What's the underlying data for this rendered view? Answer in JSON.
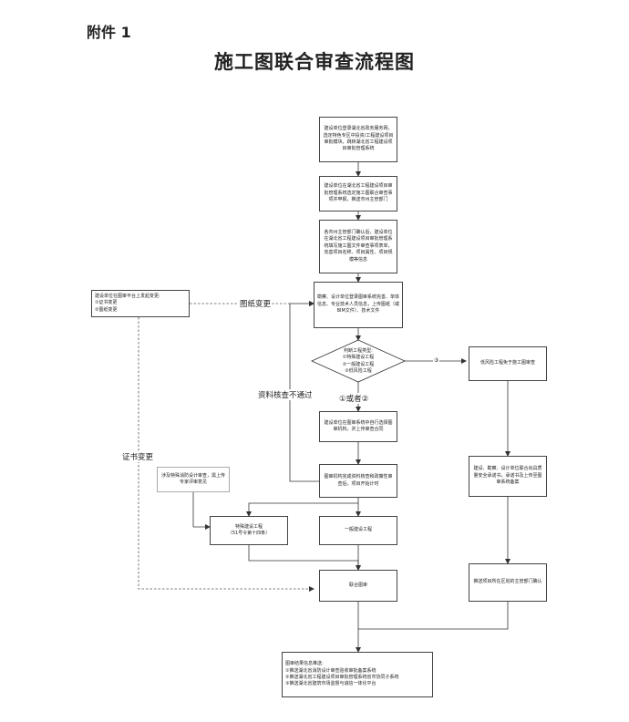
{
  "header": {
    "annex": "附件 1",
    "title": "施工图联合审查流程图"
  },
  "nodes": {
    "n1": "建设单位登录湖北省政务服务网，选定特色专区中投资/工程建设项目审批模块，跳转湖北省工程建设项目审批管理系统",
    "n2": "建设单位在湖北省工程建设项目审批管理系统选定施工图联合审查事项并申报，推送市州主管部门",
    "n3": "各市州主管部门确认后，建设单位在湖北省工程建设项目审批管理系统填写施工图文件审查事项表单，完善项目名称、项目属性、项目规模等信息",
    "n4": "勘察、设计单位登录图审系统完善、单体信息、专业技术人员信息，上传图纸（或BIM文件）、技术文件",
    "decision": "判断工程类型:\n①特殊建设工程\n②一般建设工程\n③低风险工程",
    "n5": "建设单位在图审系统中自行选择图审机构，并上传审查合同",
    "n6": "图审机构完成资料核查和政策性审查后，项目开始计时",
    "special": "特殊建设工程\n（51号令第十四条）",
    "general": "一般建设工程",
    "joint": "联合图审",
    "result": "图审结果信息推送:\n①推送湖北省消防设计审查验收审批备案系统\n②推送湖北省工程建设项目审批管理系统省市协同子系统\n③推送湖北省建筑市场监督与诚信一体化平台",
    "lowrisk": "低风险工程免于施工图审查",
    "lowrisk2": "建设、勘察、设计单位联合出具质量安全承诺书，承诺书及上传至图审系统备案",
    "lowrisk3": "推送项目所在区划的主管部门确认",
    "change": "建设单位在图审平台上发起变更:\n①证书变更\n②图纸变更",
    "expert": "涉及特殊消防设计审查，需上传专家评审意见"
  },
  "labels": {
    "drawing_change": "图纸变更",
    "review_fail": "资料核查不通过",
    "cert_change": "证书变更",
    "or_12": "①或者②",
    "three": "③"
  }
}
